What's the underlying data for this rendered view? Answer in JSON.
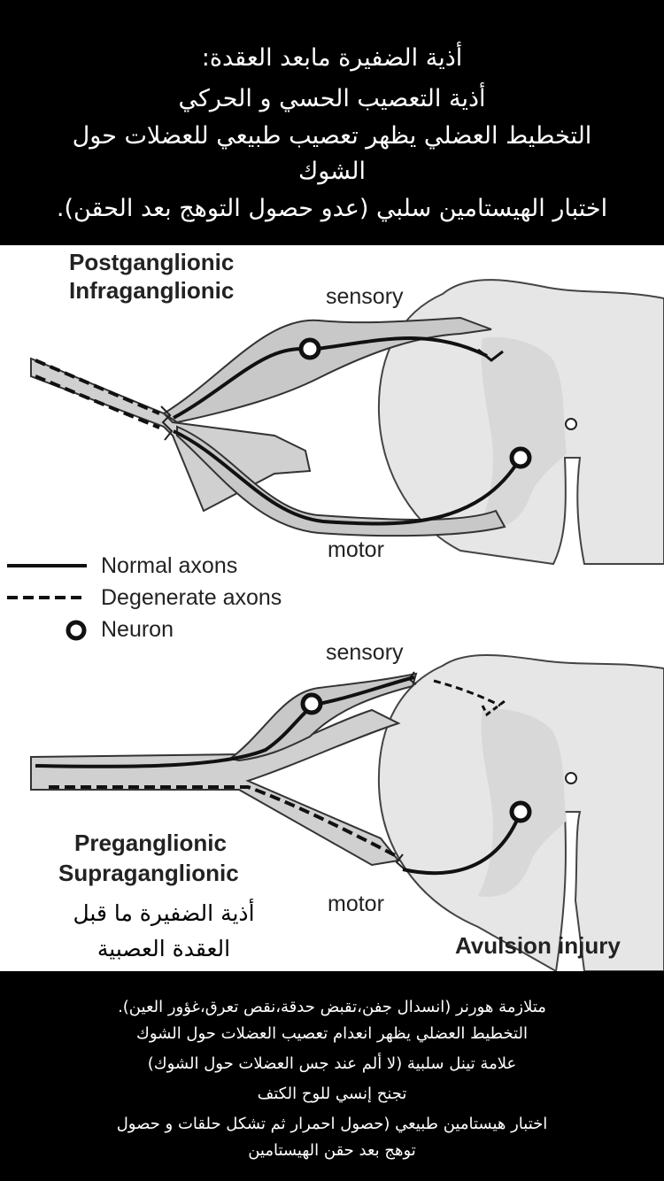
{
  "top_banner": {
    "line1": "أذية الضفيرة مابعد العقدة:",
    "line2": "أذية التعصيب الحسي و الحركي",
    "line3": "التخطيط العضلي يظهر تعصيب طبيعي للعضلات حول",
    "line4": "الشوك",
    "line5": "اختبار الهيستامين سلبي (عدو حصول التوهج بعد الحقن)."
  },
  "upper_panel": {
    "heading_line1": "Postganglionic",
    "heading_line2": "Infraganglionic",
    "sensory_label": "sensory",
    "motor_label": "motor"
  },
  "legend": {
    "normal": "Normal axons",
    "degenerate": "Degenerate axons",
    "neuron": "Neuron"
  },
  "lower_panel": {
    "sensory_label": "sensory",
    "heading_line1": "Preganglionic",
    "heading_line2": "Supraganglionic",
    "motor_label": "motor",
    "arabic_line1": "أذية الضفيرة ما قبل",
    "arabic_line2": "العقدة العصبية",
    "avulsion_label": "Avulsion injury"
  },
  "bottom_banner": {
    "line1": "متلازمة هورنر (انسدال جفن،تقبض حدقة،نقص تعرق،غؤور العين).",
    "line2": "التخطيط العضلي يظهر انعدام تعصيب العضلات حول الشوك",
    "line3": "علامة تينل سلبية (لا ألم عند جس العضلات حول الشوك)",
    "line4": "تجنح إنسي للوح الكتف",
    "line5": "اختبار هيستامين طبيعي (حصول احمرار ثم تشكل حلقات و حصول",
    "line6": "توهج بعد حقن الهيستامين"
  },
  "colors": {
    "banner_bg": "#000000",
    "banner_text": "#ffffff",
    "nerve_fill": "#c9c9c9",
    "gray_matter": "#dcdcdc",
    "axon": "#111111"
  }
}
